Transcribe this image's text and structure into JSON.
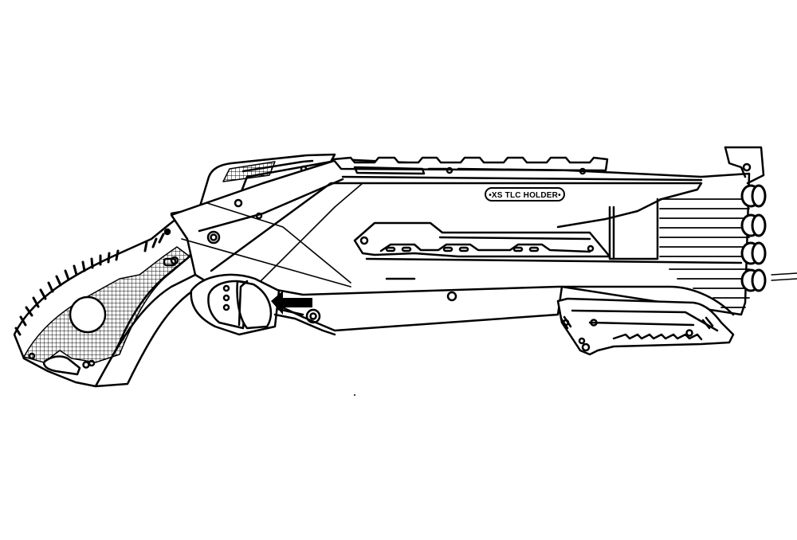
{
  "image": {
    "subject": "toy blaster line-art illustration",
    "style": "black-and-white coloring page",
    "background_color": "#ffffff",
    "line_color": "#000000"
  },
  "blaster": {
    "side_label": "•XS TLC HOLDER•",
    "barrel_count": 4,
    "parts": [
      "stock",
      "grip",
      "trigger",
      "pump-arrow",
      "top-rail",
      "body-window",
      "pump-grip",
      "barrels"
    ]
  }
}
